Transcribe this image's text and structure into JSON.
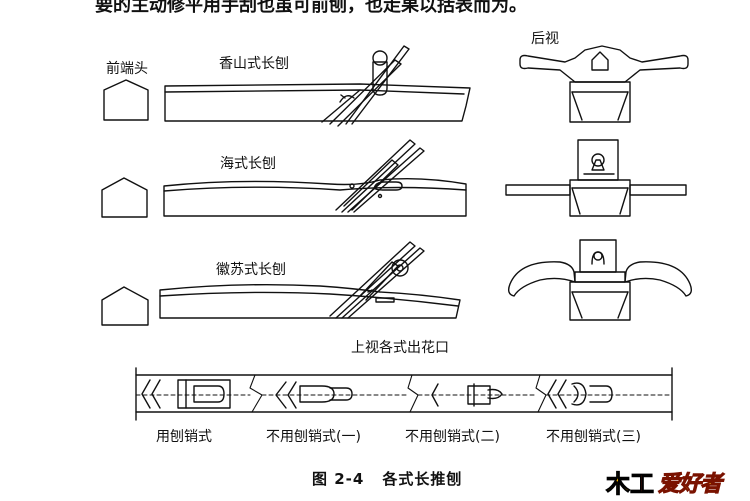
{
  "top_text": "要的主动修平用手刮也虽可前刨，也走果以括表而为。",
  "labels": {
    "front_end": "前端头",
    "rear_view": "后视",
    "plane_xiangshan": "香山式长刨",
    "plane_hai": "海式长刨",
    "plane_huisu": "徽苏式长刨",
    "top_view_title": "上视各式出花口",
    "slot_with_pin": "用刨销式",
    "slot_no_pin_1": "不用刨销式(一)",
    "slot_no_pin_2": "不用刨销式(二)",
    "slot_no_pin_3": "不用刨销式(三)"
  },
  "caption": {
    "number": "图 2-4",
    "title": "各式长推刨"
  },
  "watermark": {
    "mu": "木",
    "gong": "工",
    "aihao": "爱好者"
  }
}
